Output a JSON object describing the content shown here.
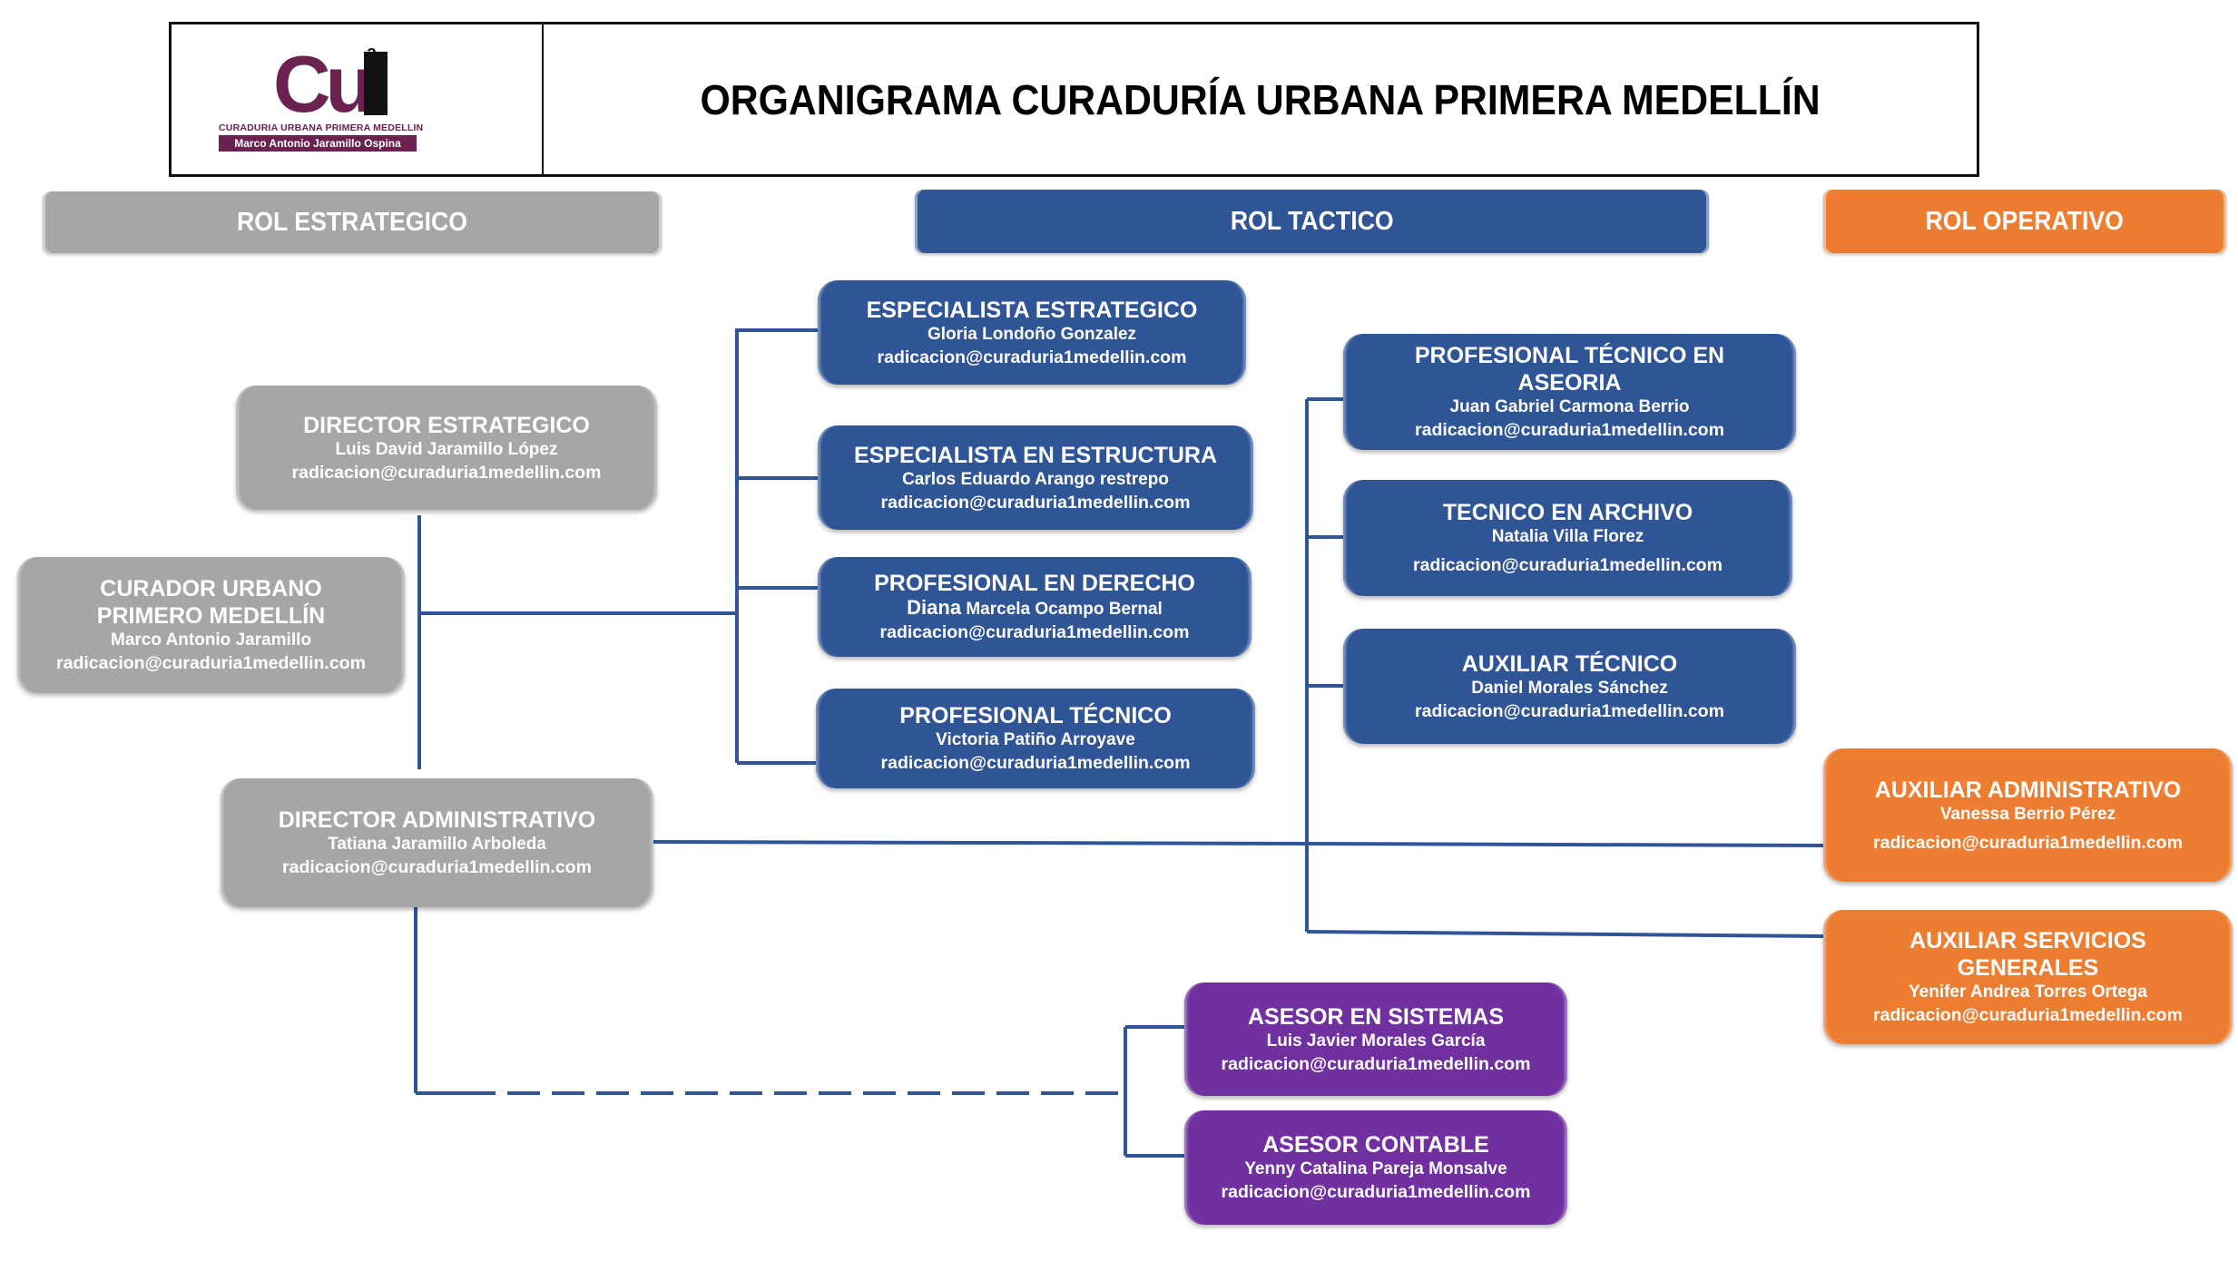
{
  "header": {
    "title": "ORGANIGRAMA CURADURÍA URBANA PRIMERA MEDELLÍN",
    "logo": {
      "mark": "Cu",
      "mark_number": "1",
      "mark_superscript": "a",
      "subtitle": "CURADURIA URBANA PRIMERA MEDELLIN",
      "owner": "Marco Antonio Jaramillo Ospina"
    }
  },
  "roles": {
    "strategic": "ROL ESTRATEGICO",
    "tactical": "ROL TACTICO",
    "operative": "ROL OPERATIVO"
  },
  "colors": {
    "strategic": "#a6a6a6",
    "tactical": "#2f5597",
    "operative": "#ed7d31",
    "advisor": "#7030a0",
    "connector": "#2f5597"
  },
  "nodes": {
    "director_estrategico": {
      "title": "DIRECTOR ESTRATEGICO",
      "name": "Luis David Jaramillo López",
      "email": "radicacion@curaduria1medellin.com"
    },
    "curador": {
      "title_line1": "CURADOR URBANO",
      "title_line2": "PRIMERO MEDELLÍN",
      "name": "Marco Antonio Jaramillo",
      "email": "radicacion@curaduria1medellin.com"
    },
    "director_administrativo": {
      "title": "DIRECTOR ADMINISTRATIVO",
      "name": "Tatiana Jaramillo Arboleda",
      "email": "radicacion@curaduria1medellin.com"
    },
    "especialista_estrategico": {
      "title": "ESPECIALISTA ESTRATEGICO",
      "name": "Gloria Londoño Gonzalez",
      "email": "radicacion@curaduria1medellin.com"
    },
    "especialista_estructura": {
      "title": "ESPECIALISTA EN ESTRUCTURA",
      "name": "Carlos Eduardo Arango restrepo",
      "email": "radicacion@curaduria1medellin.com"
    },
    "profesional_derecho": {
      "title": "PROFESIONAL EN DERECHO",
      "name_first": "Diana",
      "name_rest": " Marcela Ocampo Bernal",
      "email": "radicacion@curaduria1medellin.com"
    },
    "profesional_tecnico": {
      "title": "PROFESIONAL TÉCNICO",
      "name": "Victoria Patiño Arroyave",
      "email": "radicacion@curaduria1medellin.com"
    },
    "profesional_tecnico_aseoria": {
      "title_line1": "PROFESIONAL TÉCNICO EN",
      "title_line2": "ASEORIA",
      "name": "Juan Gabriel Carmona Berrio",
      "email": "radicacion@curaduria1medellin.com"
    },
    "tecnico_archivo": {
      "title": "TECNICO EN ARCHIVO",
      "name": "Natalia Villa Florez",
      "email": "radicacion@curaduria1medellin.com"
    },
    "auxiliar_tecnico": {
      "title": "AUXILIAR TÉCNICO",
      "name": "Daniel Morales Sánchez",
      "email": "radicacion@curaduria1medellin.com"
    },
    "auxiliar_administrativo": {
      "title": "AUXILIAR ADMINISTRATIVO",
      "name": "Vanessa Berrio Pérez",
      "email": "radicacion@curaduria1medellin.com"
    },
    "auxiliar_servicios": {
      "title_line1": "AUXILIAR SERVICIOS",
      "title_line2": "GENERALES",
      "name": "Yenifer Andrea Torres Ortega",
      "email": "radicacion@curaduria1medellin.com"
    },
    "asesor_sistemas": {
      "title": "ASESOR EN SISTEMAS",
      "name": "Luis Javier Morales García",
      "email": "radicacion@curaduria1medellin.com"
    },
    "asesor_contable": {
      "title": "ASESOR CONTABLE",
      "name": "Yenny Catalina Pareja Monsalve",
      "email": "radicacion@curaduria1medellin.com"
    }
  }
}
